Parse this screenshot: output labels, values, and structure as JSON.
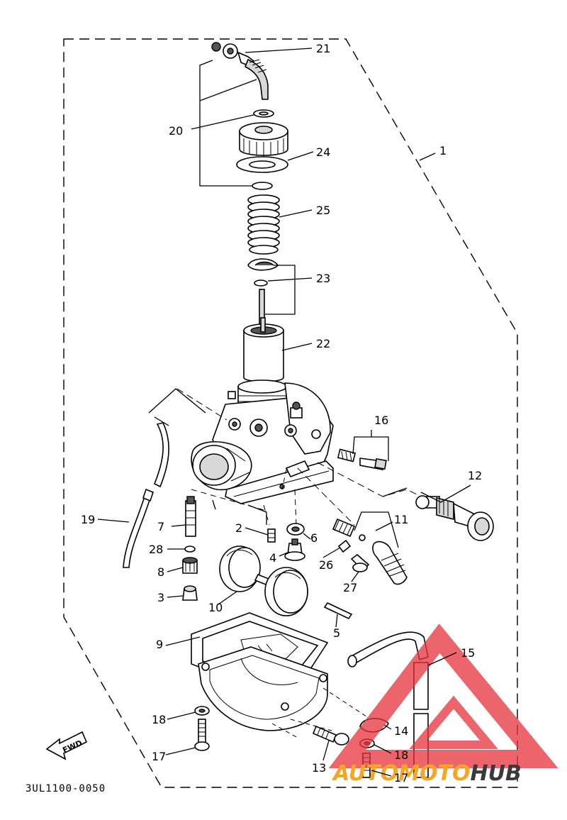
{
  "diagram": {
    "drawing_code": "3UL1100-0050",
    "direction_badge": "FWD",
    "watermark": {
      "brand_part_1": "AUTOMOTO",
      "brand_part_2": "HUB",
      "color_accent": "#e8323c",
      "color_orange": "#f5a623",
      "color_dark": "#3a3a3a"
    },
    "callouts": [
      "21",
      "20",
      "24",
      "25",
      "23",
      "22",
      "1",
      "16",
      "12",
      "11",
      "19",
      "7",
      "2",
      "6",
      "28",
      "4",
      "26",
      "8",
      "27",
      "3",
      "10",
      "5",
      "9",
      "15",
      "14",
      "18",
      "17",
      "13",
      "18",
      "17"
    ]
  }
}
